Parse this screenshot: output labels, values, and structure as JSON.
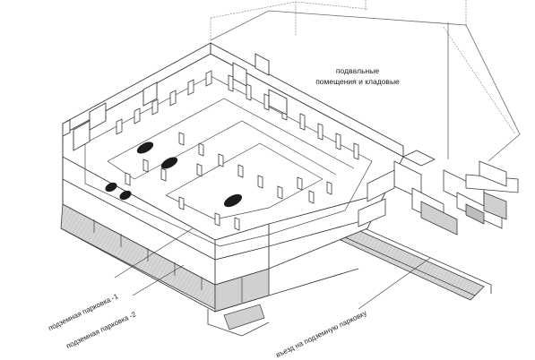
{
  "labels": {
    "basement_line1": "подвальные",
    "basement_line2": "помещения и кладовые",
    "parking_1": "подземная парковка -1",
    "parking_2": "подземная парковка -2",
    "ramp": "въезд на подземную парковку"
  },
  "colors": {
    "line": "#3a3a3a",
    "light_line": "#9a9a9a",
    "shade": "#cfcfcf",
    "car": "#1c1c1c",
    "background": "#ffffff"
  }
}
